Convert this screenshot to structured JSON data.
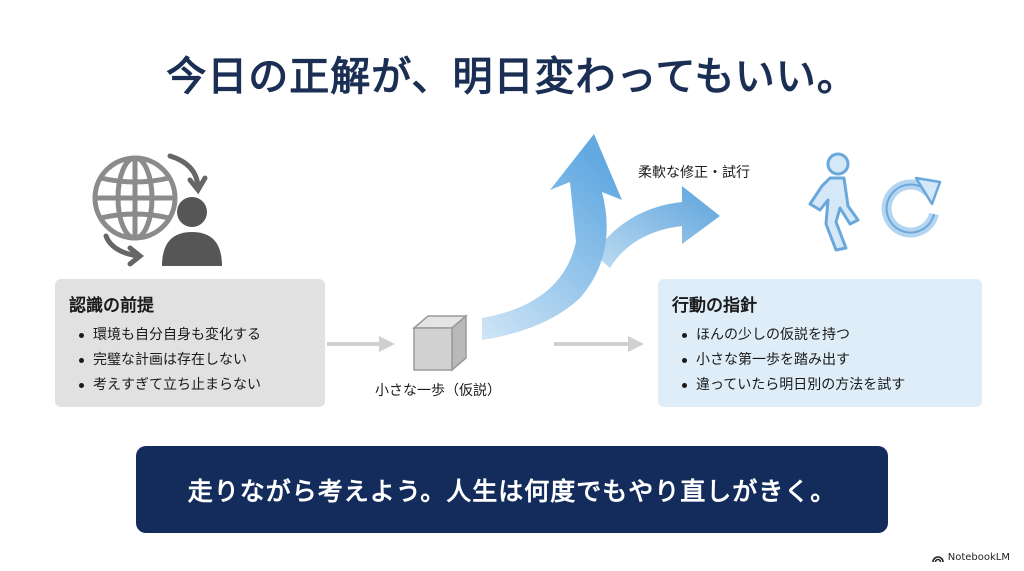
{
  "title": "今日の正解が、明日変わってもいい。",
  "left_box": {
    "heading": "認識の前提",
    "items": [
      "環境も自分自身も変化する",
      "完璧な計画は存在しない",
      "考えすぎて立ち止まらない"
    ]
  },
  "center_step": {
    "label": "小さな一歩（仮説）"
  },
  "branch_label": "柔軟な修正・試行",
  "right_box": {
    "heading": "行動の指針",
    "items": [
      "ほんの少しの仮説を持つ",
      "小さな第一歩を踏み出す",
      "違っていたら明日別の方法を試す"
    ]
  },
  "banner": "走りながら考えよう。人生は何度でもやり直しがきく。",
  "brand": "NotebookLM",
  "icons": [
    "globe-icon",
    "cycle-arrows-icon",
    "person-icon",
    "cube-icon",
    "walking-person-icon",
    "refresh-icon"
  ],
  "colors": {
    "title": "#1b2f55",
    "banner": "#132c5c",
    "arrow": "#6fb0e3",
    "left_box": "#e1e1e1",
    "right_box": "#deedf8"
  }
}
